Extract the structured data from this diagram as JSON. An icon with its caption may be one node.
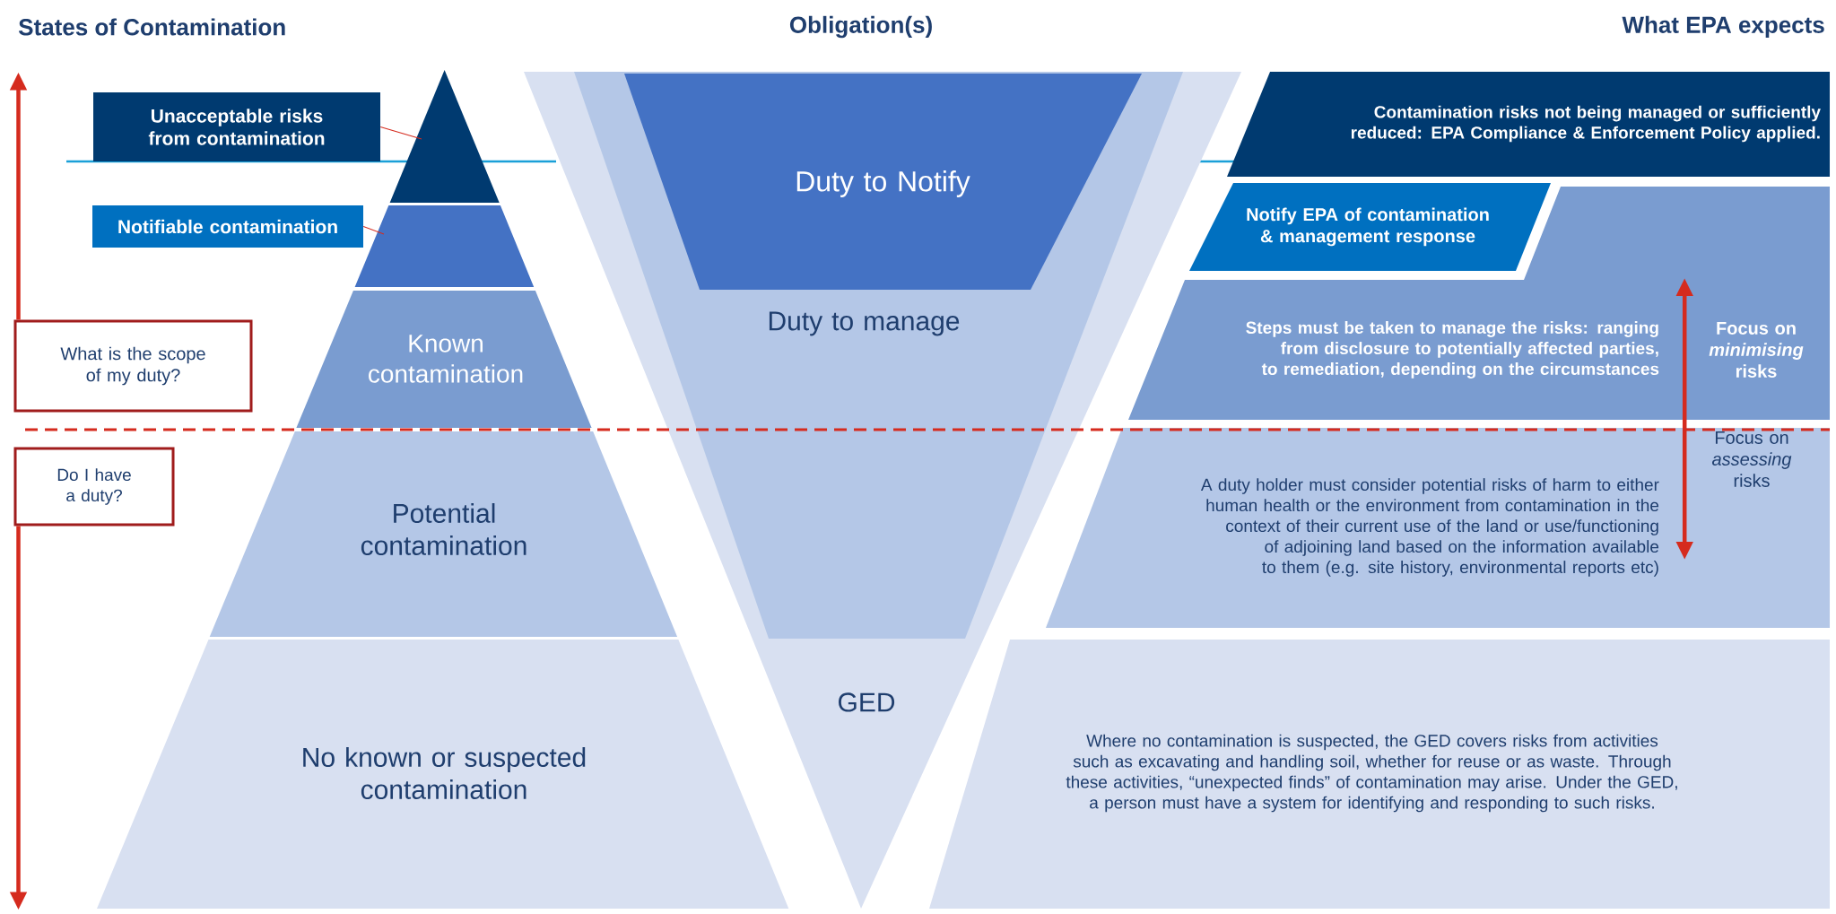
{
  "diagram": {
    "nodes": [
      {
        "text": [
          "What is the scope of my duty?"
        ]
      },
      {
        "text": [
          "Do I have a duty?"
        ]
      },
      {
        "text": [
          "Unacceptable risks from contamination"
        ]
      },
      {
        "text": [
          "Notifiable contamination"
        ]
      },
      {
        "text": [],
        "shape": "triangle"
      },
      {
        "text": [],
        "shape": "trapezoid"
      },
      {
        "text": [
          "Known contamination"
        ]
      },
      {
        "text": [
          "Potential contamination"
        ]
      },
      {
        "text": [
          "No known or suspected contamination"
        ]
      },
      {
        "text": [
          "GED"
        ]
      },
      {
        "text": [
          "Duty to manage"
        ],
        "in": 9
      },
      {
        "text": [
          "Duty to Notify"
        ],
        "in": 10
      },
      {
        "text": [
          "Contamination risks not being managed or sufficiently reduced: EPA Compliance & Enforcement Policy applied."
        ]
      },
      {
        "text": [
          "Notify EPA of contamination & management response"
        ]
      },
      {
        "text": [
          "Steps must be taken to manage the risks: ranging from disclosure to potentially affected parties, to remediation, depending on the circumstances",
          "Focus on *minimising* risks"
        ]
      },
      {
        "text": [
          "A duty holder must consider potential risks of harm to either human health or the environment from contamination in the context of their current use of the land or use/functioning of adjoining land based on the information available to them (e.g. site history, environmental reports etc)",
          "Focus on *assessing* risks"
        ]
      },
      {
        "text": [
          "Where no contamination is suspected, the GED covers risks from activities such as excavating and handling soil, whether for reuse or as waste. Through these activities, “unexpected finds” of contamination may arise. Under the GED, a person must have a system for identifying and responding to such risks."
        ]
      }
    ],
    "edges": [
      {
        "from": 0,
        "to": null,
        "arrow": "to"
      },
      {
        "from": 1,
        "to": null,
        "arrow": "to"
      },
      {
        "from": 2,
        "to": 4,
        "arrow": "none"
      },
      {
        "from": 3,
        "to": 5,
        "arrow": "none"
      },
      {
        "from": 14,
        "to": 15,
        "arrow": "both"
      }
    ],
    "labels": [
      "States of Contamination",
      "Obligation(s)",
      "What EPA expects"
    ]
  }
}
